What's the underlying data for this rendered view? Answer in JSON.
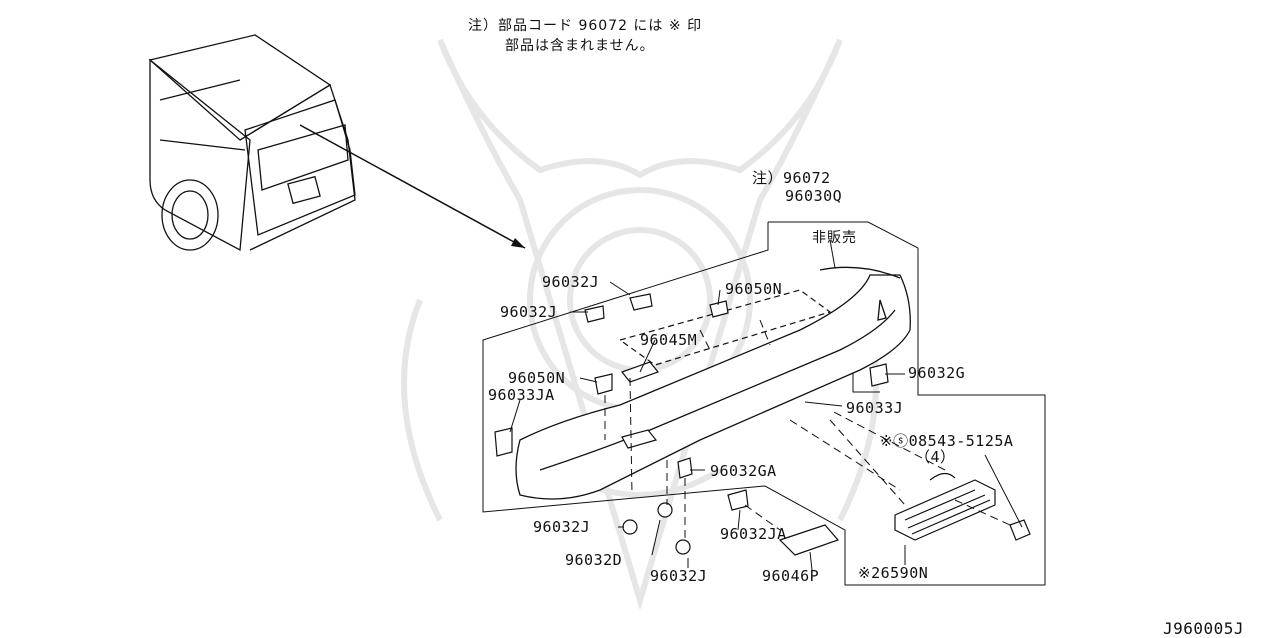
{
  "note": {
    "line1": "注）部品コード 96072 には ※ 印",
    "line2": "部品は含まれません。"
  },
  "figure_code": "J960005J",
  "labels": {
    "note_96072": "注）96072",
    "p96030Q": "96030Q",
    "not_sold": "非販売",
    "p96032J_a": "96032J",
    "p96032J_b": "96032J",
    "p96050N_a": "96050N",
    "p96045M": "96045M",
    "p96050N_b": "96050N",
    "p96033JA": "96033JA",
    "p96032G": "96032G",
    "p96033J": "96033J",
    "p08543": "※ⓢ08543-5125A",
    "qty4": "（4）",
    "p96032GA": "96032GA",
    "p96032J_c": "96032J",
    "p96032JA": "96032JA",
    "p96032D": "96032D",
    "p96032J_d": "96032J",
    "p96046P": "96046P",
    "p26590N": "※26590N"
  },
  "colors": {
    "line": "#111111",
    "watermark": "#e6e6e6"
  }
}
